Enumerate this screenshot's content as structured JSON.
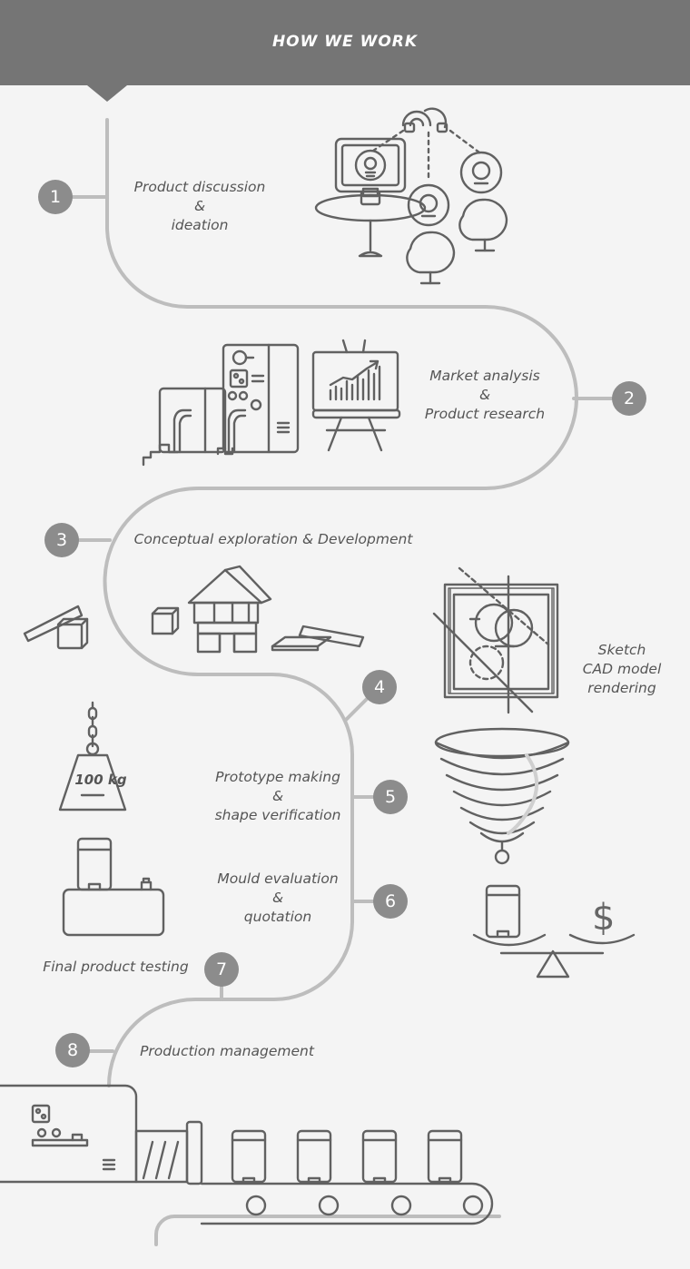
{
  "header": {
    "title": "HOW WE WORK"
  },
  "steps": [
    {
      "number": "1",
      "lines": [
        "Product discussion",
        "&",
        "ideation"
      ]
    },
    {
      "number": "2",
      "lines": [
        "Market analysis",
        "&",
        "Product research"
      ]
    },
    {
      "number": "3",
      "lines": [
        "Conceptual exploration & Development"
      ]
    },
    {
      "number": "4",
      "lines": [
        "Sketch",
        "CAD model",
        "rendering"
      ]
    },
    {
      "number": "5",
      "lines": [
        "Prototype making",
        "&",
        "shape verification"
      ]
    },
    {
      "number": "6",
      "lines": [
        "Mould evaluation",
        "&",
        "quotation"
      ]
    },
    {
      "number": "7",
      "lines": [
        "Final product testing"
      ]
    },
    {
      "number": "8",
      "lines": [
        "Production management"
      ]
    }
  ],
  "illustrations": {
    "weight_label": "100 kg",
    "currency_symbol": "$"
  },
  "colors": {
    "header": "#757575",
    "path": "#bdbdbd",
    "badge": "#8c8c8c",
    "line_art": "#616161",
    "text": "#555555"
  },
  "icons": [
    "meeting-icon",
    "team-people-icon",
    "factory-machine-icon",
    "chart-easel-icon",
    "building-blocks-icon",
    "cad-drawing-icon",
    "funnel-icon",
    "weight-icon",
    "testing-machine-icon",
    "scale-icon",
    "production-line-icon",
    "bin-icon"
  ]
}
